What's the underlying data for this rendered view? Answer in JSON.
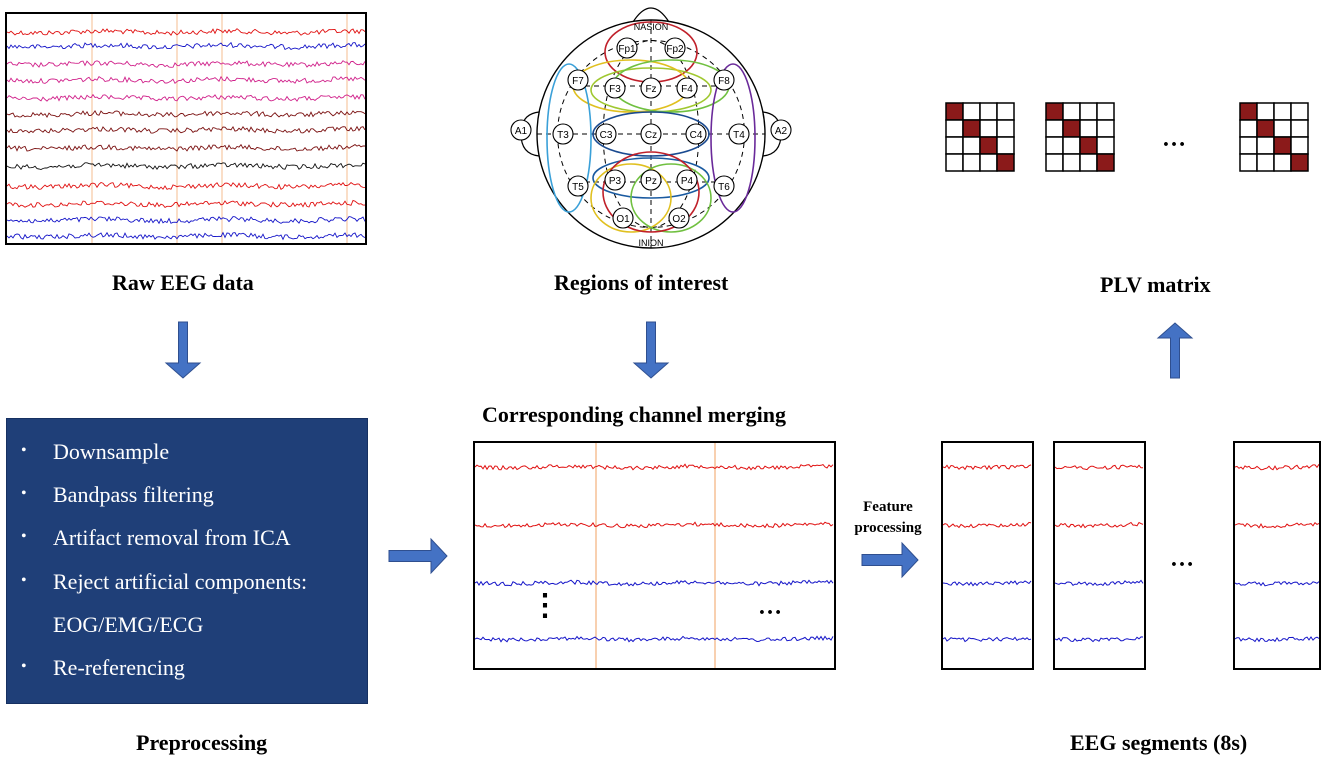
{
  "captions": {
    "raw_eeg": "Raw EEG data",
    "roi": "Regions of interest",
    "plv": "PLV matrix",
    "merging": "Corresponding channel merging",
    "preprocessing": "Preprocessing",
    "segments": "EEG segments (8s)"
  },
  "preprocessing_steps": [
    "Downsample",
    "Bandpass filtering",
    "Artifact removal from ICA",
    "Reject artificial components:",
    "EOG/EMG/ECG",
    "Re-referencing"
  ],
  "bullet": "•",
  "feature_label_line1": "Feature",
  "feature_label_line2": "processing",
  "ellipsis": "…",
  "vertical_ellipsis": "⋮",
  "head": {
    "top_label": "NASION",
    "bottom_label": "INION",
    "electrodes": [
      "Fp1",
      "Fp2",
      "F7",
      "F3",
      "Fz",
      "F4",
      "F8",
      "A1",
      "T3",
      "C3",
      "Cz",
      "C4",
      "T4",
      "A2",
      "T5",
      "P3",
      "Pz",
      "P4",
      "T6",
      "O1",
      "O2"
    ]
  },
  "colors": {
    "arrow": "#4472c4",
    "prep_bg": "#1f3f78",
    "trace_red": "#e01010",
    "trace_blue": "#1515c8",
    "trace_pink": "#d0208a",
    "trace_maroon": "#7a1010",
    "trace_black": "#111111",
    "matrix_fill": "#8b1a1a",
    "grid_orange": "#f0a060"
  }
}
